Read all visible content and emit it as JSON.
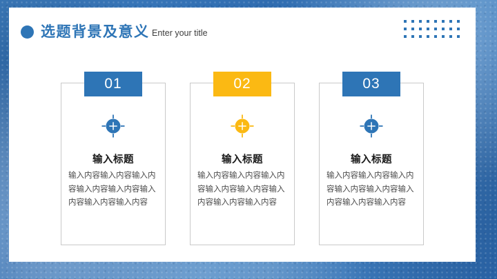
{
  "header": {
    "bullet_color": "#2E75B6",
    "title_cn": "选题背景及意义",
    "title_en": "Enter your title",
    "dot_grid": {
      "columns": 8,
      "rows": 3,
      "color": "#2E75B6"
    }
  },
  "colors": {
    "blue": "#2E75B6",
    "gold": "#FBB913",
    "frame_blue": "#3f7fc0",
    "card_border": "#c9c9c9",
    "title_text": "#1a1a1a",
    "body_text": "#4a4a4a"
  },
  "cards": [
    {
      "number": "01",
      "accent": "#2E75B6",
      "icon": "target-plus-icon",
      "title": "输入标题",
      "body": "输入内容输入内容输入内容输入内容输入内容输入内容输入内容输入内容"
    },
    {
      "number": "02",
      "accent": "#FBB913",
      "icon": "target-plus-icon",
      "title": "输入标题",
      "body": "输入内容输入内容输入内容输入内容输入内容输入内容输入内容输入内容"
    },
    {
      "number": "03",
      "accent": "#2E75B6",
      "icon": "target-plus-icon",
      "title": "输入标题",
      "body": "输入内容输入内容输入内容输入内容输入内容输入内容输入内容输入内容"
    }
  ]
}
